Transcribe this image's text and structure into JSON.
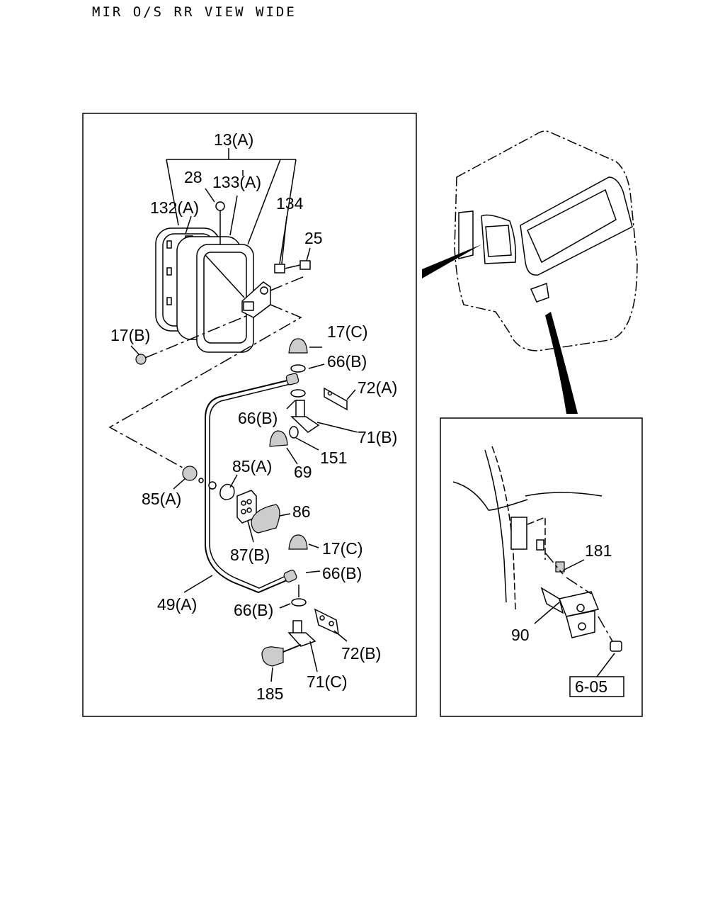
{
  "page_title": "MIR O/S RR VIEW WIDE",
  "labels": {
    "l13a": "13(A)",
    "l28": "28",
    "l133a": "133(A)",
    "l132a": "132(A)",
    "l134": "134",
    "l25": "25",
    "l17b": "17(B)",
    "l17c_top": "17(C)",
    "l66b_1": "66(B)",
    "l72a": "72(A)",
    "l66b_2": "66(B)",
    "l71b": "71(B)",
    "l151": "151",
    "l69": "69",
    "l85a_1": "85(A)",
    "l85a_2": "85(A)",
    "l86": "86",
    "l87b": "87(B)",
    "l17c_bot": "17(C)",
    "l66b_3": "66(B)",
    "l49a": "49(A)",
    "l66b_4": "66(B)",
    "l72b": "72(B)",
    "l71c": "71(C)",
    "l185": "185",
    "l181": "181",
    "l90": "90",
    "ref_605": "6-05"
  }
}
